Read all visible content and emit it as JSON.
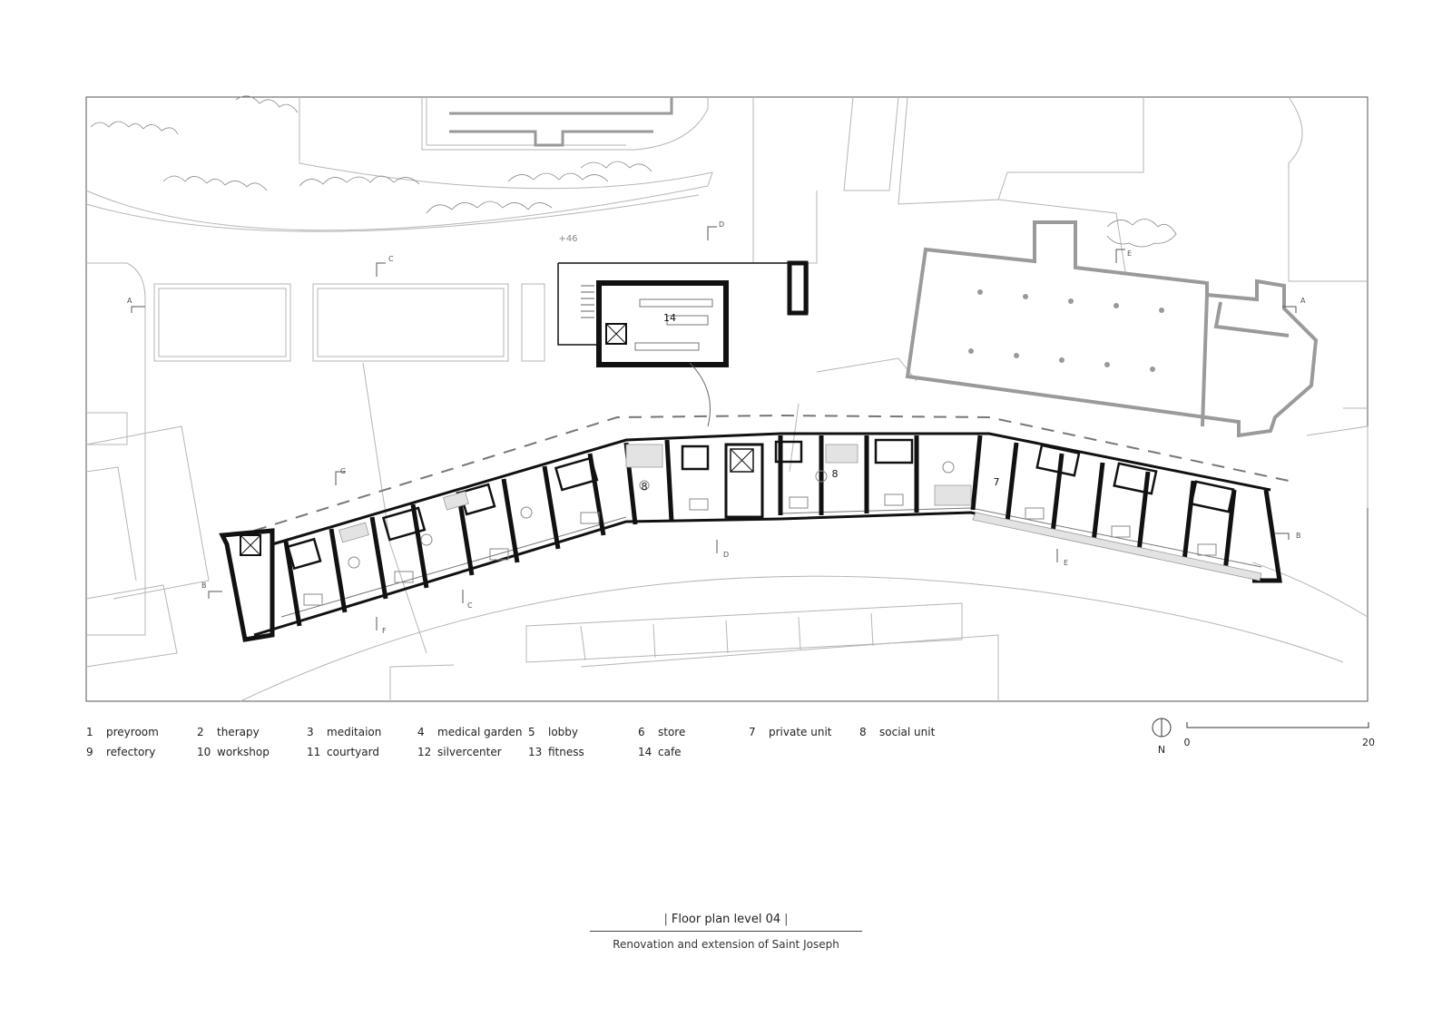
{
  "plan": {
    "labels": {
      "cafe_number": "14",
      "social_unit_a": "8",
      "social_unit_b": "8",
      "private_unit": "7",
      "elevation": "+46"
    },
    "section_markers": {
      "a_left": "A",
      "a_right": "A",
      "b_left": "B",
      "b_right": "B",
      "c_top": "C",
      "c_bottom": "C",
      "d_top": "D",
      "d_bottom": "D",
      "e_top": "E",
      "e_bottom": "E",
      "f": "F",
      "g": "G"
    }
  },
  "legend": {
    "items": [
      {
        "num": "1",
        "label": "preyroom"
      },
      {
        "num": "2",
        "label": "therapy"
      },
      {
        "num": "3",
        "label": "meditaion"
      },
      {
        "num": "4",
        "label": "medical garden"
      },
      {
        "num": "5",
        "label": "lobby"
      },
      {
        "num": "6",
        "label": "store"
      },
      {
        "num": "7",
        "label": "private unit"
      },
      {
        "num": "8",
        "label": "social unit"
      },
      {
        "num": "9",
        "label": "refectory"
      },
      {
        "num": "10",
        "label": "workshop"
      },
      {
        "num": "11",
        "label": "courtyard"
      },
      {
        "num": "12",
        "label": "silvercenter"
      },
      {
        "num": "13",
        "label": "fitness"
      },
      {
        "num": "14",
        "label": "cafe"
      }
    ]
  },
  "scale": {
    "north": "N",
    "start": "0",
    "end": "20"
  },
  "caption": {
    "title": "Floor plan level 04",
    "subtitle": "Renovation and extension of Saint Joseph"
  },
  "colors": {
    "wall": "#111111",
    "context": "#b5b5b5",
    "frame": "#555555",
    "church": "#9a9a9a"
  }
}
